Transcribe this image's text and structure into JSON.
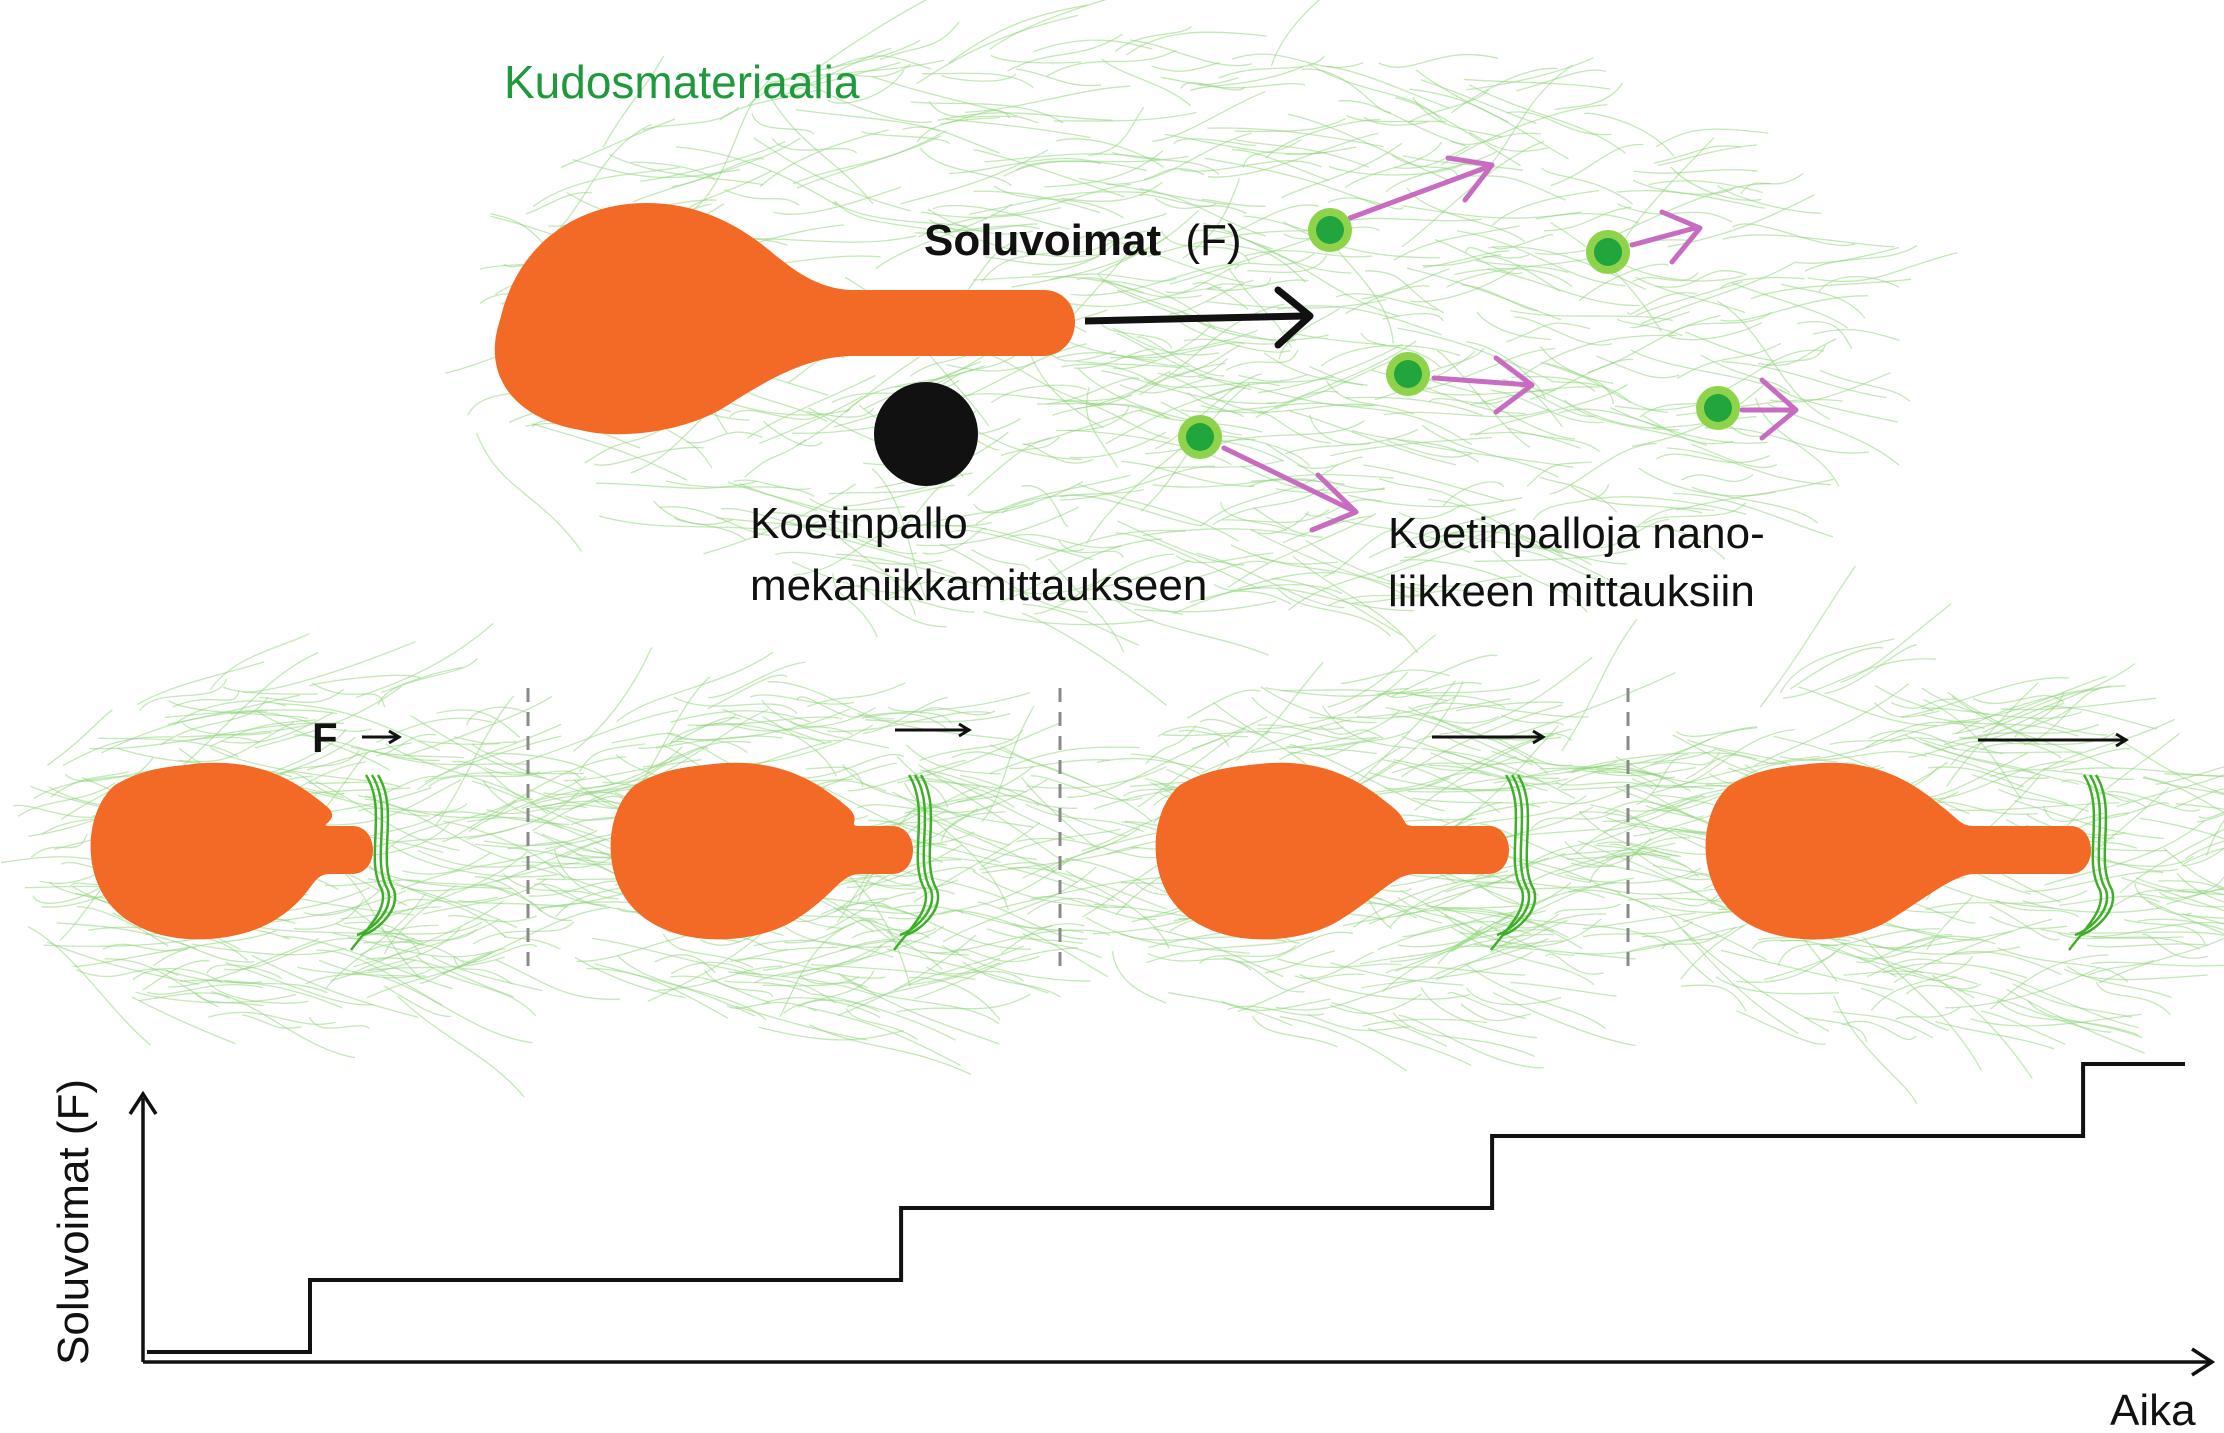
{
  "colors": {
    "cell": "#f26a25",
    "fiber": "#8fd67c",
    "fiber_dark": "#3fae2a",
    "bead_outer": "#8ed34a",
    "bead_inner": "#22a53d",
    "nano_arrow": "#c86cc2",
    "tissue_label": "#1e9a3c",
    "ink": "#111111",
    "divider": "#8a8a8a"
  },
  "top": {
    "tissue_label": "Kudosmateriaalia",
    "force_label_bold": "Soluvoimat",
    "force_label_paren": "(F)",
    "probe_label_line1": "Koetinpallo",
    "probe_label_line2": "mekaniikkamittaukseen",
    "nano_label_line1": "Koetinpalloja nano-",
    "nano_label_line2": "liikkeen mittauksiin"
  },
  "middle": {
    "force_symbol": "F",
    "panels": [
      {
        "force_arrow_relative": 1
      },
      {
        "force_arrow_relative": 2
      },
      {
        "force_arrow_relative": 3
      },
      {
        "force_arrow_relative": 4
      }
    ]
  },
  "graph": {
    "ylabel": "Soluvoimat  (F)",
    "xlabel": "Aika",
    "steps": [
      {
        "from": 0.0,
        "to": 0.08,
        "level": 0.0
      },
      {
        "from": 0.08,
        "to": 0.37,
        "level": 0.2
      },
      {
        "from": 0.37,
        "to": 0.66,
        "level": 0.4
      },
      {
        "from": 0.66,
        "to": 0.95,
        "level": 0.6
      },
      {
        "from": 0.95,
        "to": 1.0,
        "level": 0.8
      }
    ]
  }
}
